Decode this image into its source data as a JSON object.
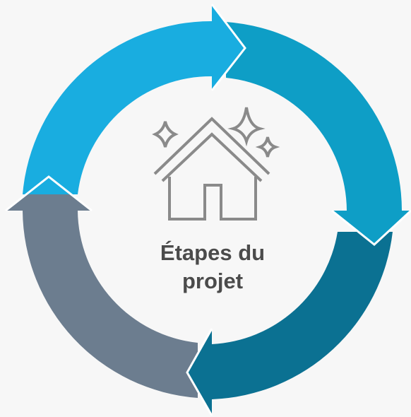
{
  "center": {
    "title_line1": "Étapes du",
    "title_line2": "projet",
    "icon": "house-sparkle-icon"
  },
  "arrows": [
    {
      "name": "top-left-arrow",
      "color": "#19ade0"
    },
    {
      "name": "right-arrow",
      "color": "#0e9ec6"
    },
    {
      "name": "bottom-arrow",
      "color": "#0b7192"
    },
    {
      "name": "left-arrow",
      "color": "#6c7d8f"
    }
  ],
  "colors": {
    "background": "#f7f7f7",
    "inner_circle": "#f7f7f7",
    "icon_stroke": "#8a8a8a",
    "title_text": "#4b4b4b"
  }
}
